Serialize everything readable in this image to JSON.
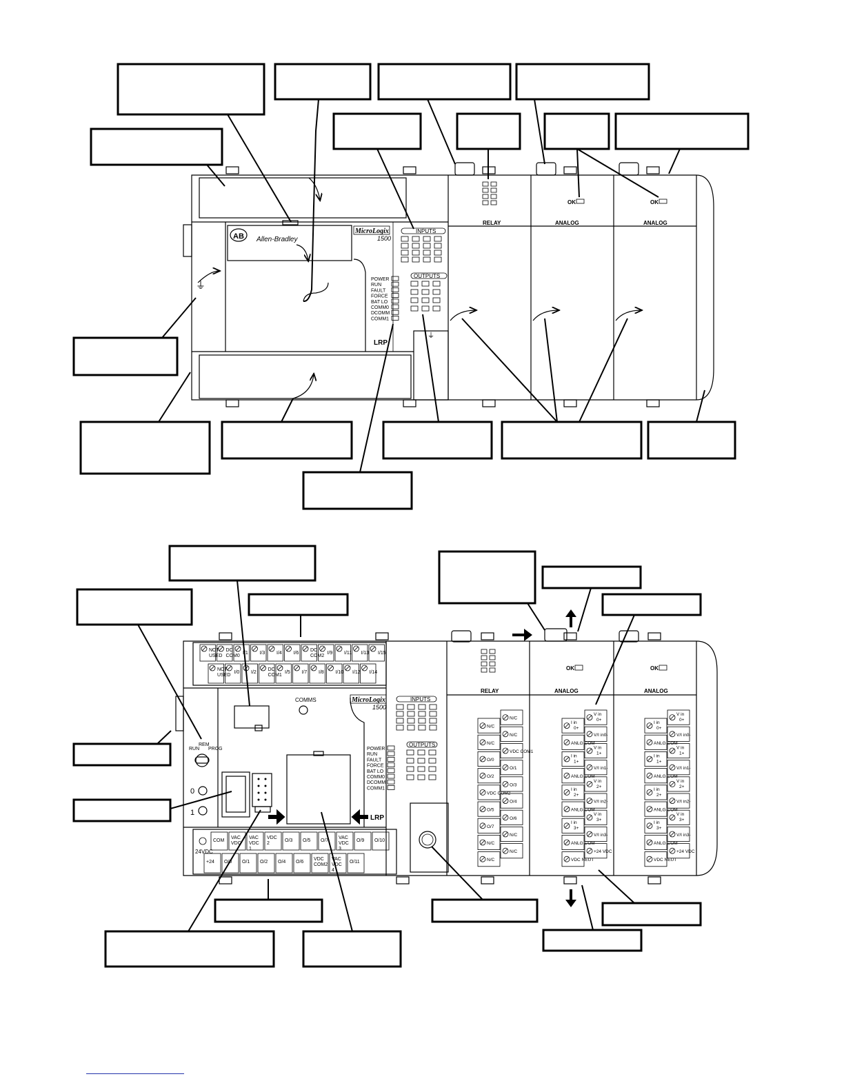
{
  "top_unit": {
    "brand": "Allen-Bradley",
    "logo_text": "AB",
    "product": "MicroLogix",
    "model": "1500",
    "inputs_label": "INPUTS",
    "outputs_label": "OUTPUTS",
    "status_leds": [
      "POWER",
      "RUN",
      "FAULT",
      "FORCE",
      "BAT LO",
      "COMM0",
      "DCOMM",
      "COMM1"
    ],
    "lrp_label": "LRP",
    "module_labels": [
      "RELAY",
      "ANALOG",
      "ANALOG"
    ],
    "ok_label": "OK"
  },
  "bottom_unit": {
    "product": "MicroLogix",
    "model": "1500",
    "comms_label": "COMMS",
    "switch_labels": [
      "RUN",
      "REM",
      "PROG"
    ],
    "pot_labels": [
      "0",
      "1"
    ],
    "inputs_label": "INPUTS",
    "outputs_label": "OUTPUTS",
    "status_leds": [
      "POWER",
      "RUN",
      "FAULT",
      "FORCE",
      "BAT LO",
      "COMM0",
      "DCOMM",
      "COMM1"
    ],
    "lrp_label": "LRP",
    "top_terminals_row1": [
      "NOT USED",
      "DC COM0",
      "I/1",
      "I/3",
      "I/4",
      "I/6",
      "DC COM2",
      "I/9",
      "I/11",
      "I/13",
      "I/15"
    ],
    "top_terminals_row2": [
      "NOT USED",
      "I/0",
      "I/2",
      "DC COM1",
      "I/5",
      "I/7",
      "I/8",
      "I/10",
      "I/12",
      "I/14"
    ],
    "bottom_terminals_row1": [
      "COM",
      "VAC VDC",
      "VAC VDC 1",
      "VDC 2",
      "O/3",
      "O/5",
      "O/7",
      "VAC VDC 3",
      "O/9",
      "O/10"
    ],
    "bottom_terminals_row2": [
      "+24",
      "O/0",
      "O/1",
      "O/2",
      "O/4",
      "O/6",
      "VDC COM2",
      "VAC VDC 4",
      "O/11"
    ],
    "power_label": "24VDC",
    "module_labels": [
      "RELAY",
      "ANALOG",
      "ANALOG"
    ],
    "ok_label": "OK",
    "relay_left": [
      "N/C",
      "N/C",
      "O/0",
      "O/2",
      "VDC COM2",
      "O/5",
      "O/7",
      "N/C",
      "N/C"
    ],
    "relay_right": [
      "N/C",
      "N/C",
      "VDC COM1",
      "O/1",
      "O/3",
      "O/4",
      "O/6",
      "N/C",
      "N/C"
    ],
    "analog_left": [
      "I in 0+",
      "ANLG COM",
      "I in 1+",
      "ANLG COM",
      "I in 2+",
      "ANLG COM",
      "I in 3+",
      "ANLG COM",
      "VDC NEUT"
    ],
    "analog_right": [
      "V in 0+",
      "V/I in0-",
      "V in 1+",
      "V/I in1-",
      "V in 2+",
      "V/I in2-",
      "V in 3+",
      "V/I in3-",
      "+24 VDC"
    ]
  }
}
